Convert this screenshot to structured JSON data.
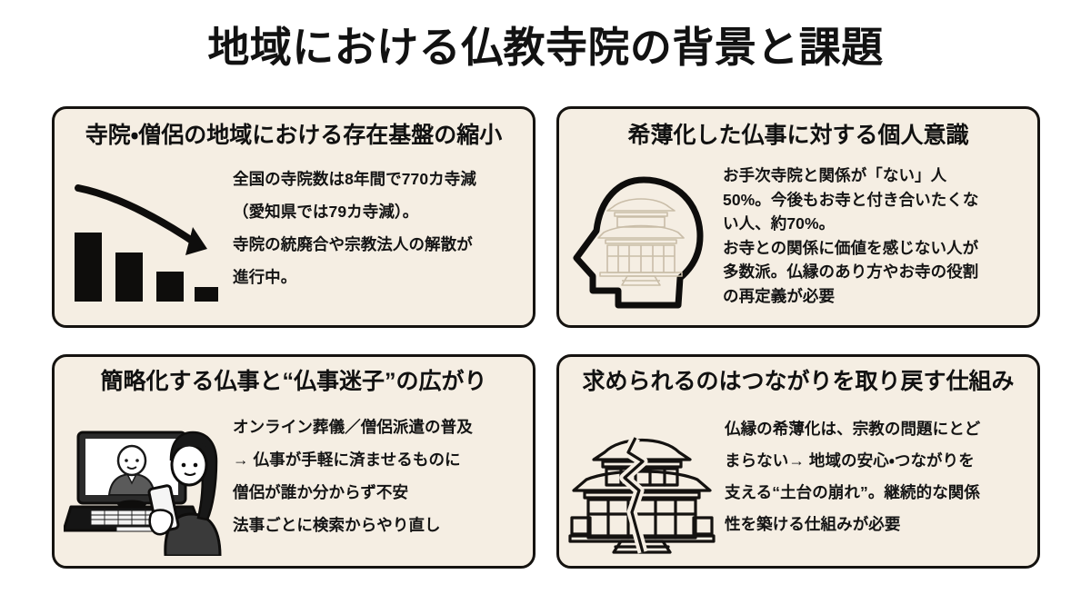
{
  "slide": {
    "title": "地域における仏教寺院の背景と課題",
    "background_color": "#FFFFFF",
    "card_background_color": "#F5EEE3",
    "card_border_color": "#151310",
    "text_color": "#111111"
  },
  "cards": [
    {
      "id": "card-1",
      "heading": "寺院・僧侶の地域における存在基盤の縮小",
      "icon": "declining-bar-chart-icon",
      "body_lines": [
        "全国の寺院数は8年間で770カ寺減",
        "（愛知県では79カ寺減）。",
        "寺院の統廃合や宗教法人の解散が",
        "進行中。"
      ]
    },
    {
      "id": "card-2",
      "heading": "希薄化した仏事に対する個人意識",
      "icon": "head-with-temple-icon",
      "body_lines": [
        "お手次寺院と関係が「ない」人",
        "50%。今後もお寺と付き合いたくな",
        "い人、約70%。",
        "お寺との関係に価値を感じない人が",
        "多数派。仏縁のあり方やお寺の役割",
        "の再定義が必要"
      ]
    },
    {
      "id": "card-3",
      "heading": "簡略化する仏事と“仏事迷子”の広がり",
      "icon": "online-funeral-laptop-icon",
      "body_lines": [
        "オンライン葬儀／僧侶派遣の普及",
        "→ 仏事が手軽に済ませるものに",
        "僧侶が誰か分からず不安",
        "法事ごとに検索からやり直し"
      ]
    },
    {
      "id": "card-4",
      "heading": "求められるのはつながりを取り戻す仕組み",
      "icon": "cracked-temple-icon",
      "body_lines": [
        "仏縁の希薄化は、宗教の問題にとど",
        "まらない→ 地域の安心・つながりを",
        "支える“土台の崩れ”。継続的な関係",
        "性を築ける仕組みが必要"
      ]
    }
  ]
}
